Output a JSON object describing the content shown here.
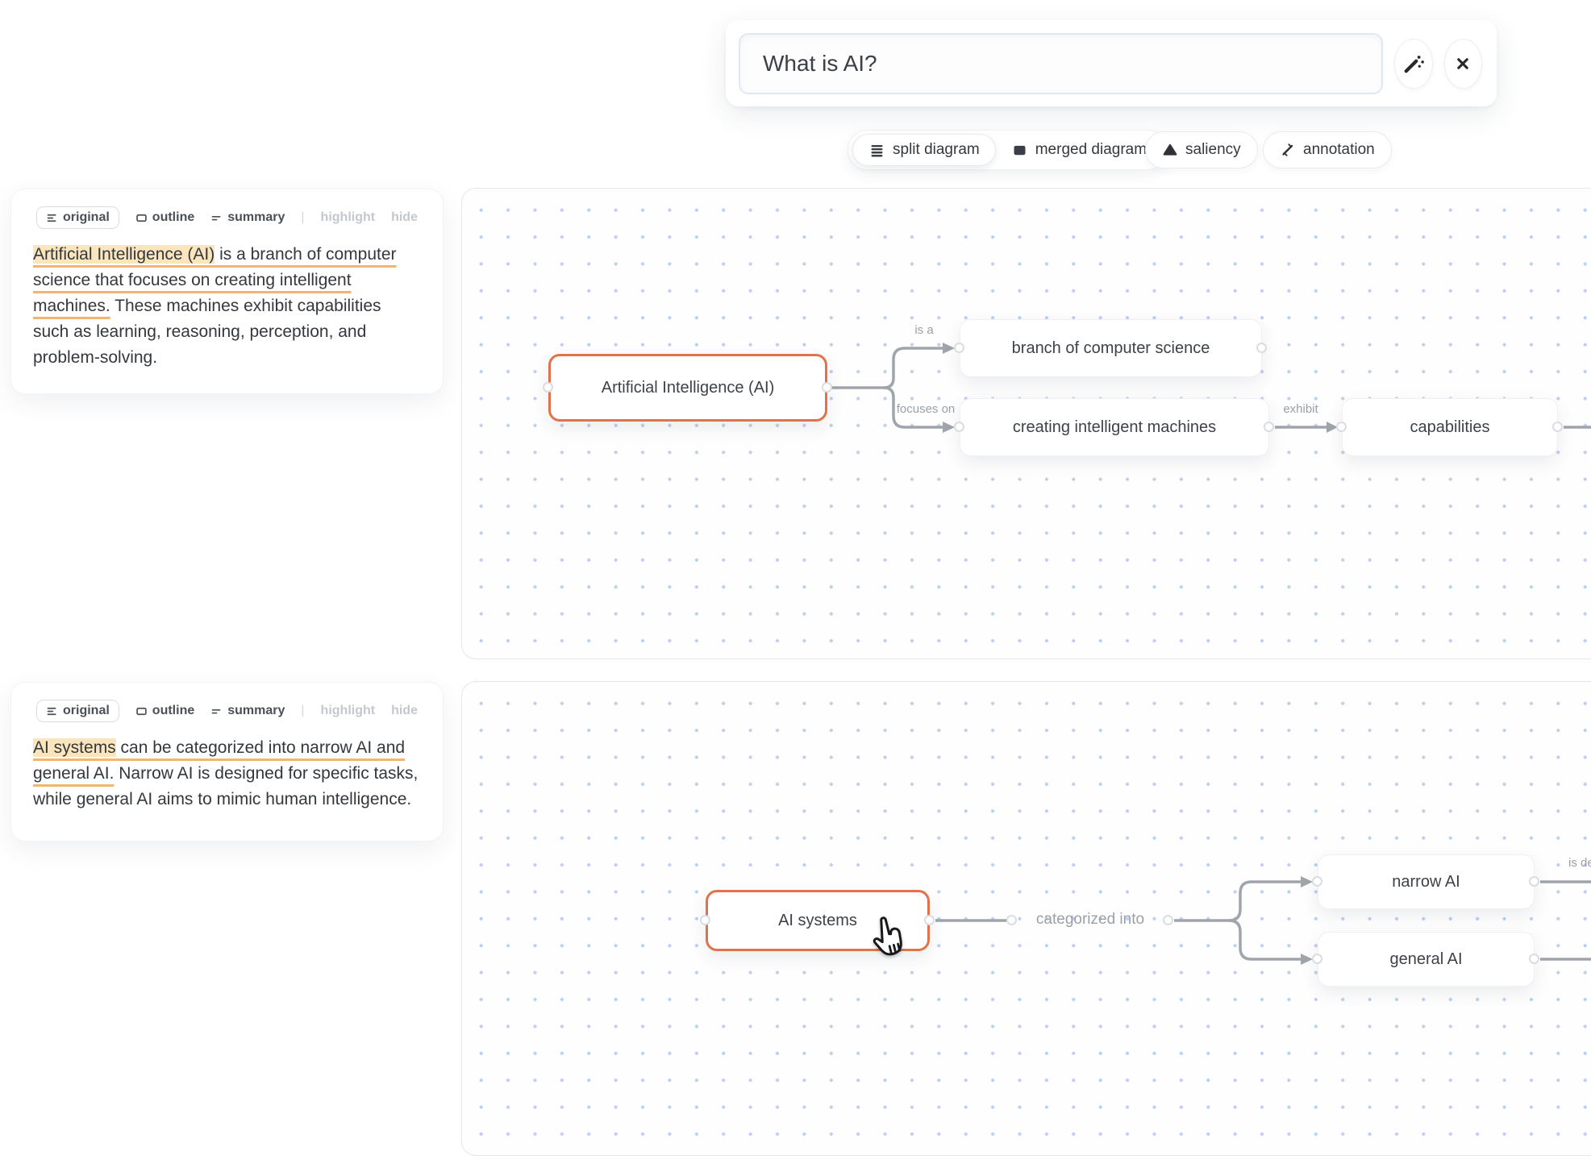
{
  "query_bar": {
    "value": "What is AI?",
    "wand_icon": "magic-wand",
    "close_icon": "close"
  },
  "toolbar": {
    "segments": [
      {
        "label": "split diagram",
        "icon": "split-lines",
        "selected": true
      },
      {
        "label": "merged diagram",
        "icon": "filled-square",
        "selected": false
      }
    ],
    "chips": [
      {
        "label": "saliency",
        "icon": "triangle"
      },
      {
        "label": "annotation",
        "icon": "pen-slash"
      }
    ]
  },
  "tabs": {
    "original": "original",
    "outline": "outline",
    "summary": "summary",
    "separator": "|",
    "highlight": "highlight",
    "hide": "hide"
  },
  "cards": [
    {
      "highlighted": "Artificial Intelligence (AI)",
      "underlined": " is a branch of computer science that focuses on creating intelligent machines.",
      "rest": " These machines exhibit capabilities such as learning, reasoning, perception, and problem-solving."
    },
    {
      "highlighted": "AI systems",
      "underlined": " can be categorized into narrow AI and general AI.",
      "rest": " Narrow AI is designed for specific tasks, while general AI aims to mimic human intelligence."
    }
  ],
  "diagram1": {
    "node_main": "Artificial Intelligence (AI)",
    "node_branch": "branch of computer science",
    "node_creating": "creating intelligent machines",
    "node_capabilities": "capabilities",
    "label_is_a": "is a",
    "label_focuses_on": "focuses on",
    "label_exhibit": "exhibit"
  },
  "diagram2": {
    "node_main": "AI systems",
    "node_narrow": "narrow AI",
    "node_general": "general AI",
    "label_categorized": "categorized into",
    "label_clipped": "is de"
  },
  "colors": {
    "accent_orange": "#e0734c",
    "highlight_bg": "#fbe5bd",
    "underline": "#f0b571",
    "edge_gray": "#a0a5ac",
    "dot_grid_blue": "#bdd0f1"
  }
}
